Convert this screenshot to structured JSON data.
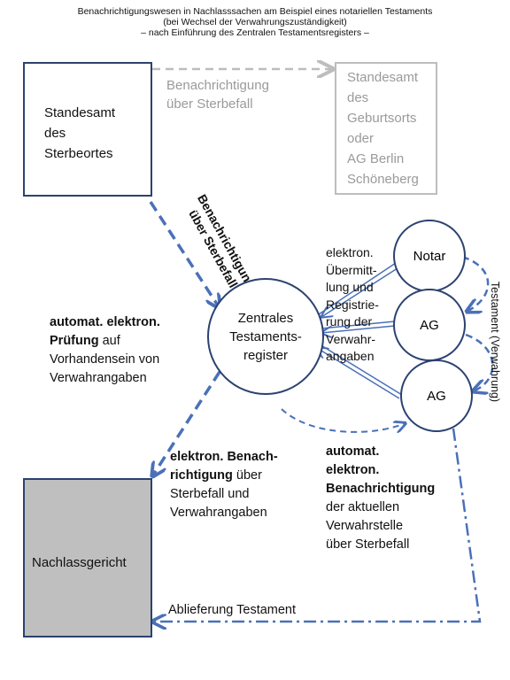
{
  "title": {
    "line1": "Benachrichtigungswesen in Nachlasssachen am Beispiel eines notariellen Testaments",
    "line2": "(bei Wechsel der Verwahrungszuständigkeit)",
    "line3": "– nach Einführung des Zentralen Testamentsregisters –"
  },
  "nodes": {
    "standesamt_sterbeort": [
      "Standesamt",
      "des",
      "Sterbeortes"
    ],
    "standesamt_geburtsort": [
      "Standesamt",
      "des",
      "Geburtsorts",
      "oder",
      "AG Berlin",
      "Schöneberg"
    ],
    "register": [
      "Zentrales",
      "Testaments-",
      "register"
    ],
    "notar": "Notar",
    "ag1": "AG",
    "ag2": "AG",
    "nachlassgericht": "Nachlassgericht"
  },
  "labels": {
    "benachrichtigung_grau": [
      "Benachrichtigung",
      "über Sterbefall"
    ],
    "benachrichtigung_diagonal": [
      "Benachrichtigung",
      "über Sterbefall"
    ],
    "elektron_uebermittlung": [
      "elektron.",
      "Übermitt-",
      "lung und",
      "Registrie-",
      "rung der",
      "Verwahr-",
      "angaben"
    ],
    "testament_verwahrung": "Testament (Verwahrung)",
    "pruefung": {
      "bold1": "automat. elektron.",
      "bold2": "Prüfung",
      "rest2": " auf",
      "line3": "Vorhandensein von",
      "line4": "Verwahrangaben"
    },
    "elektron_benachrichtigung": {
      "bold1": "elektron. Benach-",
      "bold2": "richtigung",
      "rest2": " über",
      "line3": "Sterbefall und",
      "line4": "Verwahrangaben"
    },
    "automat_benachrichtigung": {
      "bold": [
        "automat.",
        "elektron.",
        "Benachrichtigung"
      ],
      "normal": [
        "der aktuellen",
        "Verwahrstelle",
        "über Sterbefall"
      ]
    },
    "ablieferung": "Ablieferung Testament"
  },
  "colors": {
    "dark_blue": "#2b4270",
    "line_blue": "#4a70b8",
    "light_blue": "#8eaee0",
    "gray": "#bdbdbd",
    "gray_fill": "#bfbfbf"
  }
}
